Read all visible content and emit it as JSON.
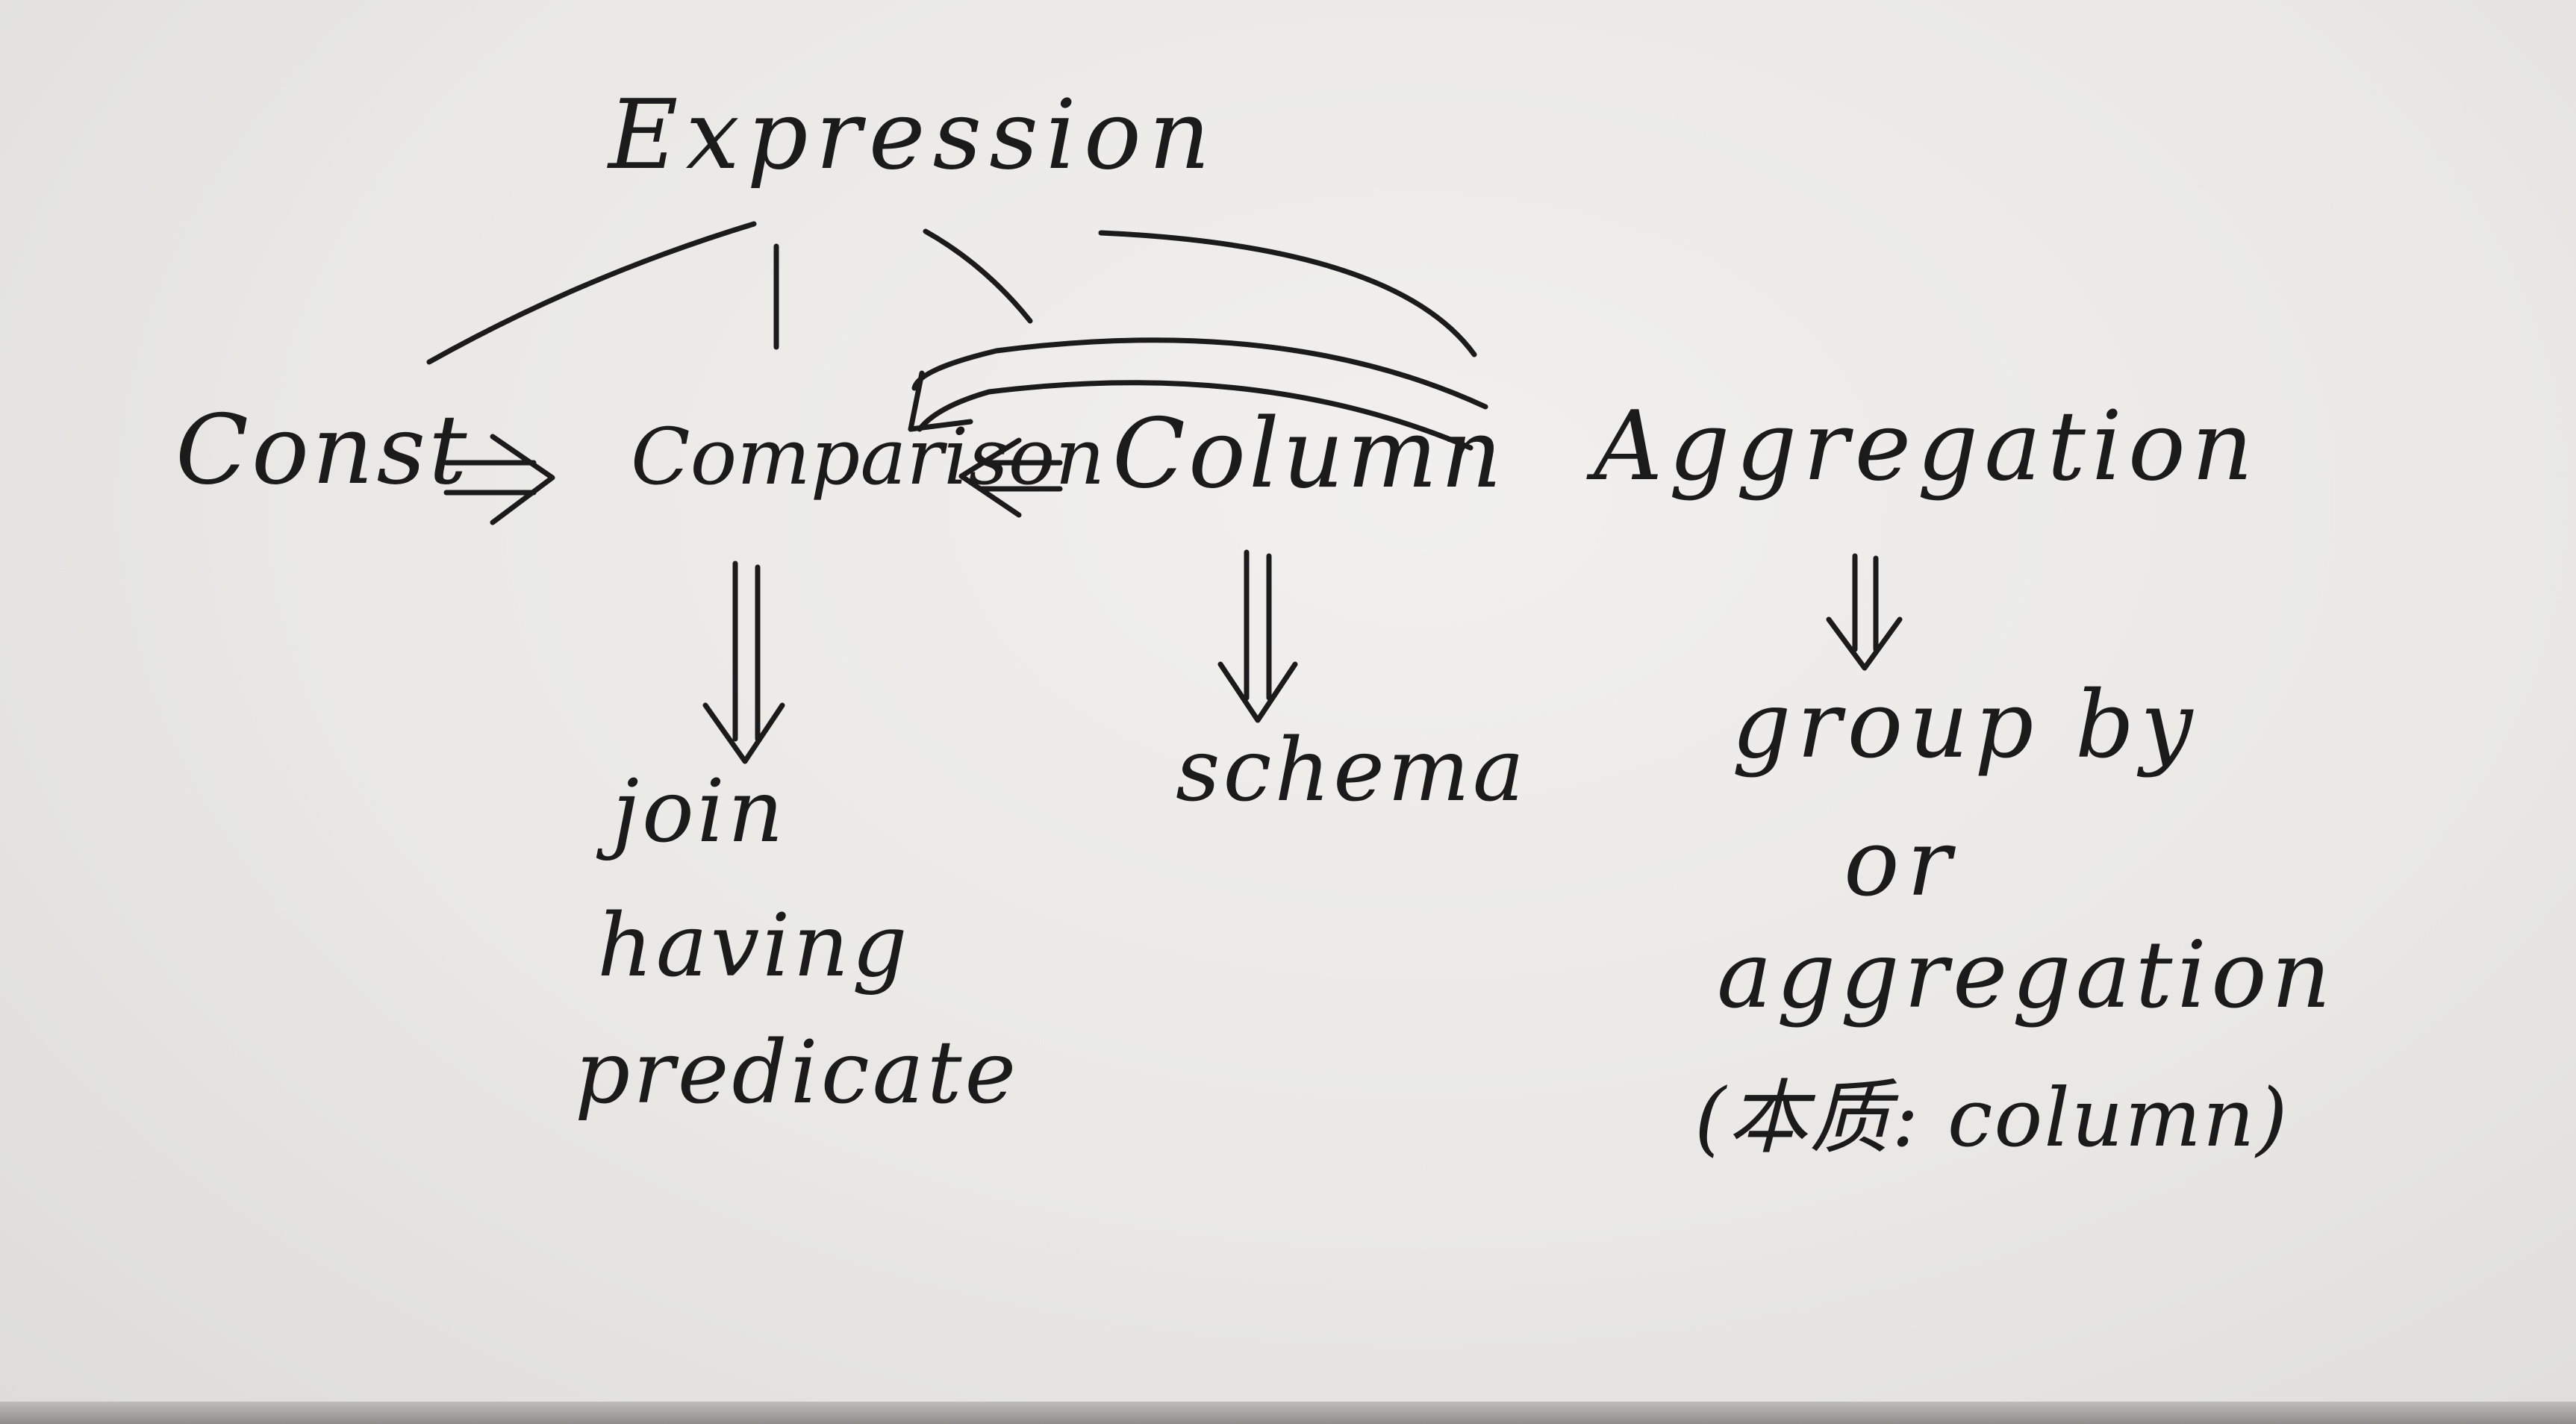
{
  "diagram": {
    "root": "Expression",
    "nodes": {
      "const": "Const",
      "comparison": "Comparison",
      "column": "Column",
      "aggregation": "Aggregation"
    },
    "uses": {
      "comparison": [
        "join",
        "having",
        "predicate"
      ],
      "column": "schema",
      "aggregation": {
        "line1": "group by",
        "line2": "or",
        "line3": "aggregation",
        "note": "(本质: column)"
      }
    },
    "ink_color": "#1b1b1b",
    "paper_color": "#ecebe8"
  }
}
